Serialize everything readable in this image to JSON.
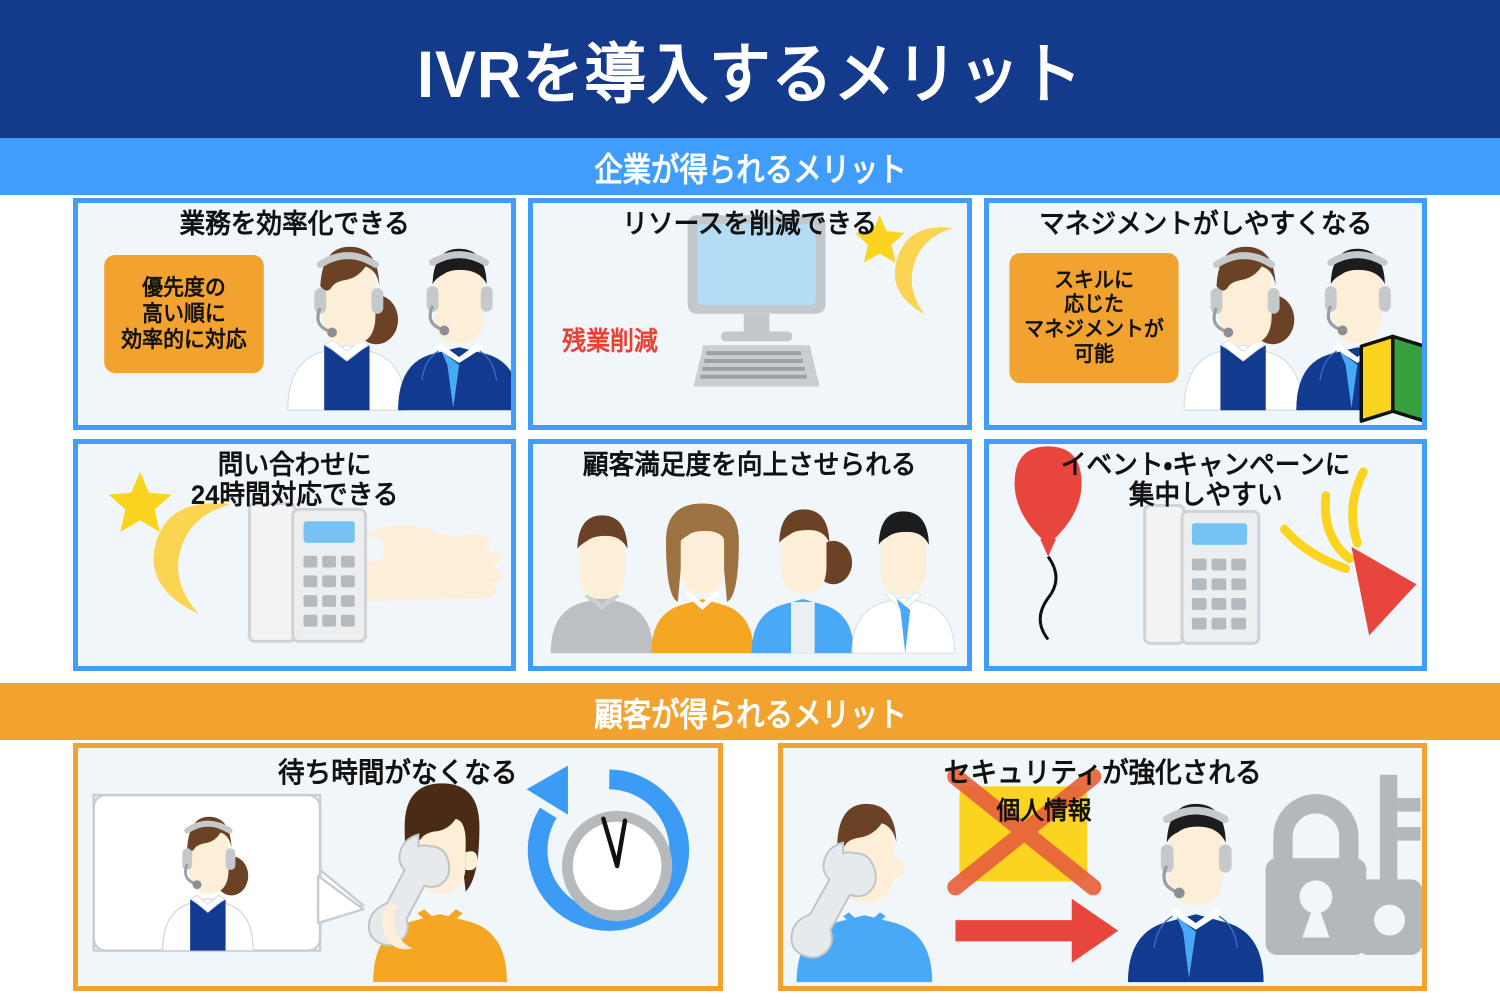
{
  "header": {
    "title": "IVRを導入するメリット",
    "title_bg": "#143a8c"
  },
  "sections": [
    {
      "id": "company",
      "label": "企業が得られるメリット",
      "band_color": "#409dfb",
      "card_border": "#409dfb",
      "cards": [
        {
          "title": "業務を効率化できる",
          "badge": "優先度の\n高い順に\n効率的に対応",
          "art": "two-operators"
        },
        {
          "title": "リソースを削減できる",
          "note": "残業削減",
          "art": "monitor-moon"
        },
        {
          "title": "マネジメントがしやすくなる",
          "badge": "スキルに\n応じた\nマネジメントが\n可能",
          "art": "two-operators-leaf"
        },
        {
          "title": "問い合わせに\n24時間対応できる",
          "art": "moon-phone-hand"
        },
        {
          "title": "顧客満足度を向上させられる",
          "art": "four-customers"
        },
        {
          "title": "イベント・キャンペーンに\n集中しやすい",
          "art": "balloon-phone-popper"
        }
      ]
    },
    {
      "id": "customer",
      "label": "顧客が得られるメリット",
      "band_color": "#f2a22e",
      "card_border": "#f2a22e",
      "cards": [
        {
          "title": "待ち時間がなくなる",
          "art": "bubble-caller-clock"
        },
        {
          "title": "セキュリティが強化される",
          "badge_yellow": "個人情報",
          "art": "caller-arrow-operator-lock"
        }
      ]
    }
  ],
  "colors": {
    "navy": "#143a8c",
    "blue": "#409dfb",
    "orange": "#f2a22e",
    "red": "#eb4033",
    "card_bg": "#f1f6fa",
    "suit_navy": "#123a8f",
    "skin": "#fdeed8",
    "hair_brown": "#6b4226",
    "hair_black": "#1c1c1c",
    "gray": "#b4b4b4",
    "yellow": "#fbd41f"
  },
  "icons": {
    "moon": "crescent-moon-icon",
    "star": "star-icon",
    "monitor": "monitor-icon",
    "phone": "desk-phone-icon",
    "balloon": "balloon-icon",
    "popper": "party-popper-icon",
    "clock": "clock-icon",
    "refresh_arrow": "circular-arrow-icon",
    "lock": "padlock-icon",
    "key": "key-icon",
    "leaf_mark": "beginner-leaf-mark-icon",
    "ok_hand": "ok-hand-icon",
    "red_arrow": "right-arrow-icon",
    "red_cross": "red-cross-icon",
    "handset": "telephone-handset-icon",
    "speech_bubble": "speech-bubble-icon",
    "headset": "headset-icon"
  }
}
